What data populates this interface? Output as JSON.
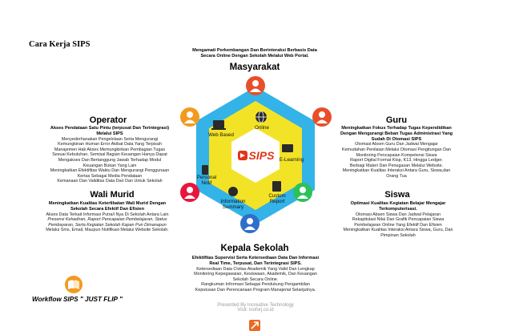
{
  "page_heading": "Cara Kerja SIPS",
  "top_intro": [
    "Mengamati Perkembangan Dan Berinteraksi Berbasis Data",
    "Secara Online Dengan Sekolah Melalui Web Portal."
  ],
  "center_logo": "SIPS",
  "roles": {
    "masyarakat": {
      "title": "Masyarakat"
    },
    "operator": {
      "title": "Operator",
      "lead": [
        "Akses Pendataan Satu Pintu (terpusat Dan Terintegrasi)",
        "Melalui SIPS"
      ],
      "lines": [
        "Menyederhanakan Pengelolaan Serta Mengurangi",
        "Kemungkinan Human Error Akibat Data Yang Terpisah",
        "Manajemen Hak Akses Memungkinkan Pembagian Tugas",
        "Sesuai Kebutuhan, Semisal Bagian Keuangan Hanya Dapat",
        "Mengakses Dan Bertanggung Jawab Terhadap Modul",
        "Keuangan Bukan Yang Lain",
        "Meningkatkan Efektifitas Waktu Dan Mengurangi Penggunaan",
        "Kertas Sebagai Media Pendataan",
        "Kemanaan Dan Validitas Data Dari Dan Untuk Sekolah"
      ]
    },
    "guru": {
      "title": "Guru",
      "lead": [
        "Meningkatkan Fokus Terhadap Tugas Kependidikan",
        "Dengan Mengurangi Beban Tugas Administrasi Yang",
        "Sudah Di Otomasi SIPS"
      ],
      "lines": [
        "Otomasi Absen Guru Dan Jadwal Mengajar",
        "Kemudahan Penilaian Melalui Otomasi Pengitungan Dan",
        "Monitoring Pencapaian Kompetensi Siswa",
        "Raport Digital Format Ktsp, K13, Hingga Ledger.",
        "Berbagi Materi Dan Penugasan Melalui Website.",
        "Meningkatkan Kualitas Interaksi Antara Guru, Siswa,dan",
        "Orang Tua"
      ]
    },
    "wali_murid": {
      "title": "Wali Murid",
      "lead": [
        "Meningkatkan Kualitas Keterlibatan Wali Murid Dengan",
        "Sekolah Secara Efektif Dan Efisien"
      ],
      "lines": [
        "Akses Data Terkait Informasi Putra/i Nya Di Sekolah Antara Lain",
        "Presensi Kehadiran, Raport Pencapaian Pembelajaran, Status",
        "Pembayaran, Serta Kegiatan Sekolah Kapan Pun Dimanapun",
        "Melalui Sms, Email, Maupun Notifikasi Melalui Website Sekolah."
      ]
    },
    "siswa": {
      "title": "Siswa",
      "lead": [
        "Optimasi Kualitas Kegiatan Belajar Mengajar",
        "Terkomputerisasi."
      ],
      "lines": [
        "Otomasi Absen Siswa Dan Jadwal Pelajaran",
        "Rekapitulasi Nilai Dan Grafik Pencapaian Siswa",
        "Pembelajaran Online Yang Efektif Dan Efisien",
        "Meningkatkan Kualitas Interaksi Antara Siswa, Guru, Dan",
        "Pimpinan Sekolah"
      ]
    },
    "kepala_sekolah": {
      "title": "Kepala Sekolah",
      "lead": [
        "Efektifitas Supervisi Serta Ketersediaan Data Dan Informasi",
        "Real Time, Terpusat, Dan Terintegrasi SIPS."
      ],
      "lines": [
        "Ketersediaan Data Civitas Akademik Yang Valid Dan Lengkap",
        "Monitoring Kepegawaian, Kesiswaan, Akademik, Dan Keuangan",
        "Sekolah Secara Online.",
        "Rangkuman Informasi Sebagai Pendukung Pengambilan",
        "Keputusan Dan Perencanaan Program Manajerial Selanjutnya."
      ]
    }
  },
  "hub_nodes": {
    "web_based": "Web Based",
    "online": "Online",
    "e_learning": "E-Learning",
    "personal_notif": [
      "Personal",
      "Notif"
    ],
    "custom_report": [
      "Custom",
      "Report"
    ],
    "information_summary": [
      "Information",
      "Summary"
    ]
  },
  "workflow_label": "Workflow SIPS \" JUST FLIP \"",
  "footer": {
    "line1": "Presented By Increative Technology",
    "line2": "Visit: inoforj.co.id"
  },
  "colors": {
    "masyarakat": "#e94e2a",
    "operator": "#f39a1e",
    "guru": "#e94e2a",
    "wali_murid": "#e5173d",
    "siswa": "#2bc25a",
    "kepala_sekolah": "#2f6fc9",
    "hex_blue": "#33b3e8",
    "hex_yellow": "#f3e326"
  }
}
